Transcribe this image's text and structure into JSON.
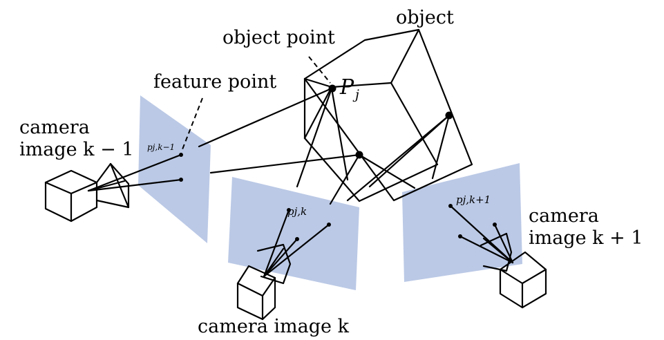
{
  "labels": {
    "object": "object",
    "object_point": "object point",
    "feature_point": "feature point",
    "object_point_symbol": "P",
    "object_point_subscript": "j",
    "camera_km1_line1": "camera",
    "camera_km1_line2": "image k − 1",
    "camera_k": "camera image k",
    "camera_kp1_line1": "camera",
    "camera_kp1_line2": "image k + 1",
    "p_km1": "pj,k−1",
    "p_k": "pj,k",
    "p_kp1": "pj,k+1"
  },
  "colors": {
    "image_plane": "#b4c3e3",
    "lines": "#000000"
  }
}
